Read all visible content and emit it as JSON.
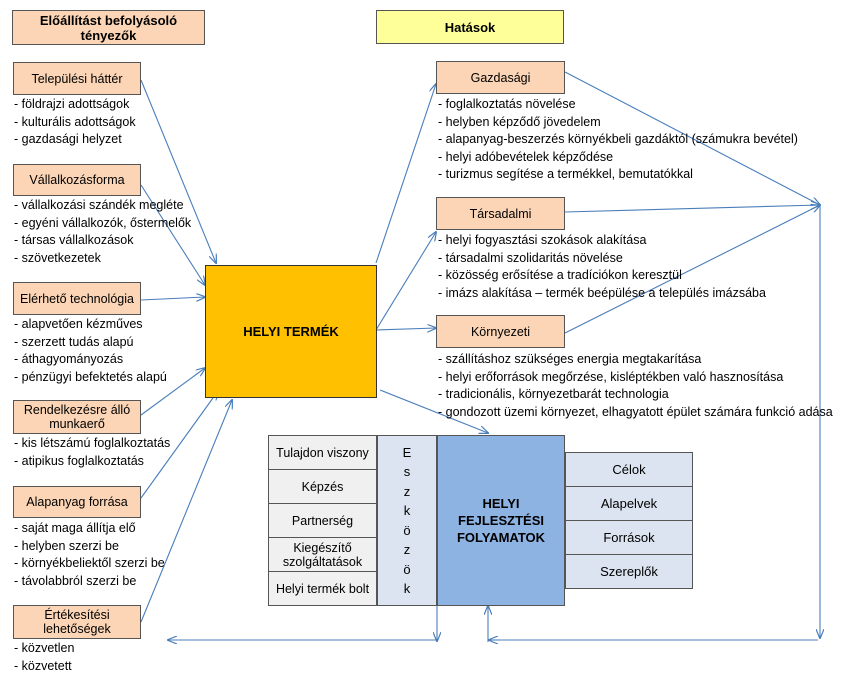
{
  "headers": {
    "left_line1": "Előállítást befolyásoló",
    "left_line2": "tényezők",
    "right": "Hatások"
  },
  "factors": [
    {
      "title": "Települési háttér",
      "items": [
        "- földrajzi adottságok",
        "- kulturális adottságok",
        "- gazdasági helyzet"
      ]
    },
    {
      "title": "Vállalkozásforma",
      "items": [
        "- vállalkozási szándék megléte",
        "- egyéni vállalkozók, őstermelők",
        "- társas vállalkozások",
        "- szövetkezetek"
      ]
    },
    {
      "title": "Elérhető technológia",
      "items": [
        "- alapvetően kézműves",
        "- szerzett tudás alapú",
        "- áthagyományozás",
        "- pénzügyi befektetés alapú"
      ]
    },
    {
      "title_line1": "Rendelkezésre álló",
      "title_line2": "munkaerő",
      "items": [
        "- kis létszámú foglalkoztatás",
        "- atipikus foglalkoztatás"
      ]
    },
    {
      "title": "Alapanyag forrása",
      "items": [
        "- saját maga állítja elő",
        "- helyben szerzi be",
        "- környékbeliektől szerzi be",
        "- távolabbról szerzi be"
      ]
    },
    {
      "title_line1": "Értékesítési",
      "title_line2": "lehetőségek",
      "items": [
        "- közvetlen",
        "- közvetett"
      ]
    }
  ],
  "central": "HELYI TERMÉK",
  "impacts": [
    {
      "title": "Gazdasági",
      "items": [
        "-  foglalkoztatás növelése",
        "-  helyben képződő jövedelem",
        "-  alapanyag-beszerzés környékbeli gazdáktól (számukra bevétel)",
        "-  helyi adóbevételek képződése",
        "-  turizmus segítése a termékkel, bemutatókkal"
      ]
    },
    {
      "title": "Társadalmi",
      "items": [
        "- helyi fogyasztási szokások alakítása",
        "- társadalmi szolidaritás növelése",
        "- közösség erősítése a tradíciókon keresztül",
        "- imázs alakítása – termék beépülése a település imázsába"
      ]
    },
    {
      "title": "Környezeti",
      "items": [
        "- szállításhoz szükséges energia megtakarítása",
        "- helyi erőforrások megőrzése, kisléptékben való hasznosítása",
        "- tradicionális, környezetbarát technologia",
        "- gondozott üzemi környezet, elhagyatott épület számára funkció adása"
      ]
    }
  ],
  "tools": [
    "Tulajdon viszony",
    "Képzés",
    "Partnerség",
    "Kiegészítő szolgáltatások",
    "Helyi termék bolt"
  ],
  "eszkozok_letters": [
    "E",
    "s",
    "z",
    "k",
    "ö",
    "z",
    "ö",
    "k"
  ],
  "development": {
    "line1": "HELYI",
    "line2": "FEJLESZTÉSI",
    "line3": "FOLYAMATOK"
  },
  "dev_items": [
    "Célok",
    "Alapelvek",
    "Források",
    "Szereplők"
  ],
  "colors": {
    "factor_fill": "#fbd5b5",
    "header_right_fill": "#ffff99",
    "central_fill": "#ffc000",
    "development_fill": "#8db3e2",
    "light_blue_fill": "#dbe4f0",
    "tool_fill": "#f0f0f0",
    "arrow": "#4a7ebb"
  }
}
